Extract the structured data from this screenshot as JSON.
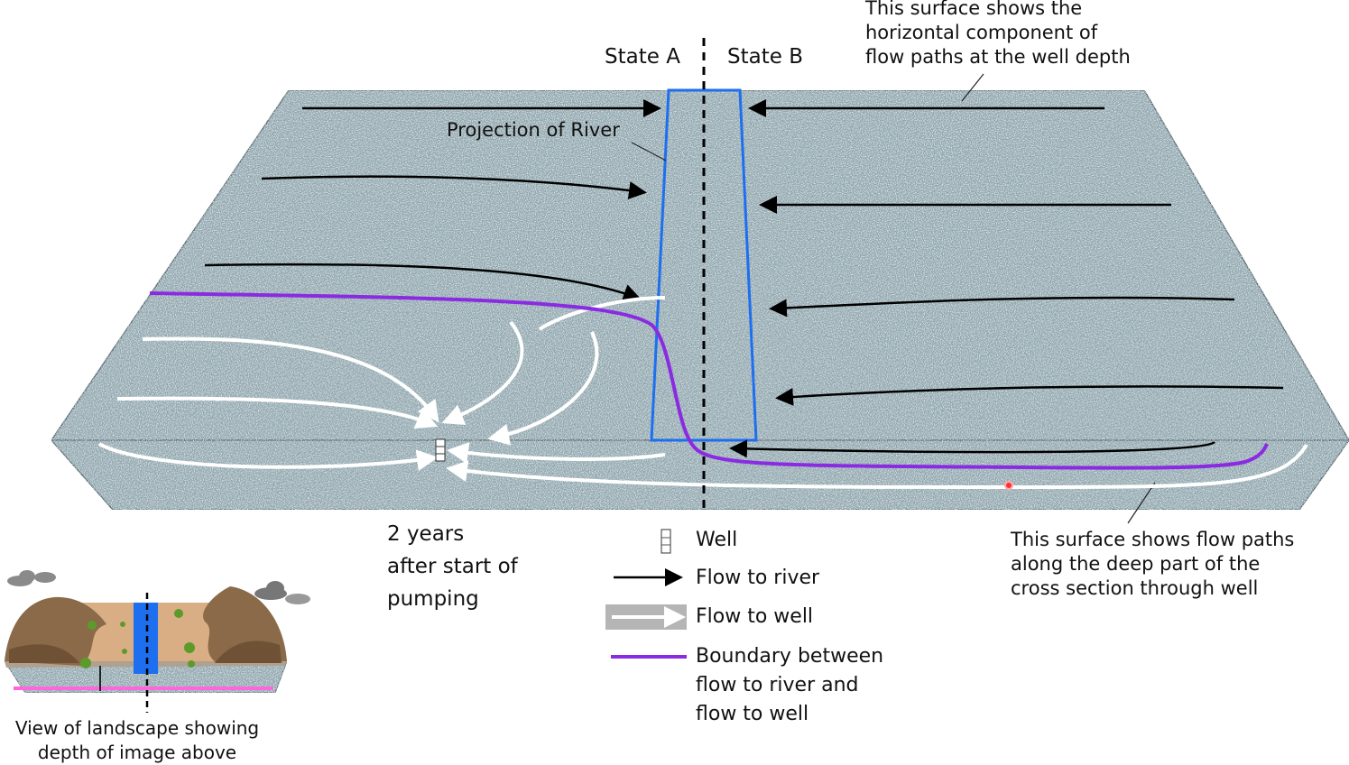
{
  "labels": {
    "state_a": "State A",
    "state_b": "State B",
    "projection_of_river": "Projection of River",
    "top_surface_note": "This surface shows the\nhorizontal component of\nflow paths at the well depth",
    "deep_surface_note": "This surface shows flow paths\nalong the deep part of the\ncross section through well",
    "time_note": "2 years\nafter start of\npumping",
    "inset_caption": "View of landscape showing\ndepth of image above"
  },
  "legend": [
    {
      "icon": "well-icon",
      "label": "Well"
    },
    {
      "icon": "black-arrow-icon",
      "label": "Flow to river"
    },
    {
      "icon": "white-arrow-icon",
      "label": "Flow to well"
    },
    {
      "icon": "purple-line-icon",
      "label": "Boundary between\nflow to river and\nflow to well"
    }
  ],
  "colors": {
    "aquifer": "#8ea6ae",
    "river": "#1e6ff0",
    "boundary": "#8a2be2",
    "flow_to_river": "#000000",
    "flow_to_well": "#ffffff",
    "inset_boundary": "#ff66dd"
  }
}
